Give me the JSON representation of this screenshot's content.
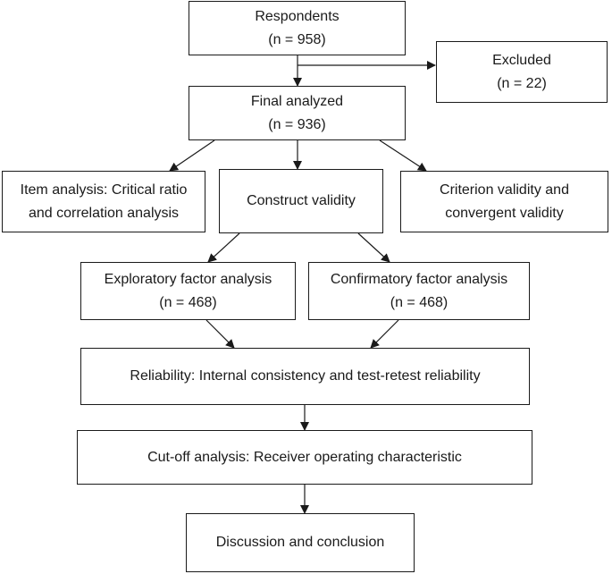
{
  "flowchart": {
    "respondents": {
      "line1": "Respondents",
      "line2": "(n = 958)"
    },
    "excluded": {
      "line1": "Excluded",
      "line2": "(n = 22)"
    },
    "final_analyzed": {
      "line1": "Final analyzed",
      "line2": "(n = 936)"
    },
    "item_analysis": {
      "line1": "Item analysis: Critical ratio",
      "line2": "and correlation analysis"
    },
    "construct_validity": {
      "line1": "Construct validity"
    },
    "criterion_validity": {
      "line1": "Criterion validity and",
      "line2": "convergent validity"
    },
    "exploratory": {
      "line1": "Exploratory factor analysis",
      "line2": "(n = 468)"
    },
    "confirmatory": {
      "line1": "Confirmatory factor analysis",
      "line2": "(n = 468)"
    },
    "reliability": {
      "line1": "Reliability: Internal consistency and test-retest reliability"
    },
    "cutoff": {
      "line1": "Cut-off analysis: Receiver operating characteristic"
    },
    "discussion": {
      "line1": "Discussion and conclusion"
    }
  }
}
